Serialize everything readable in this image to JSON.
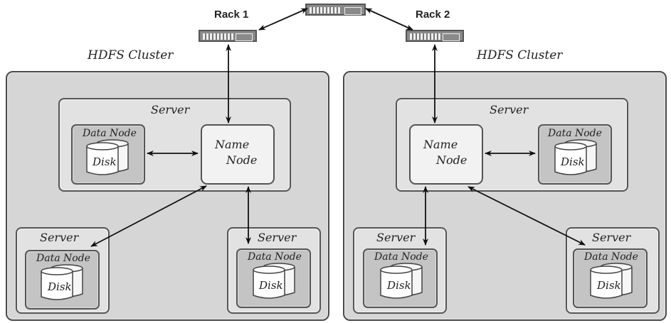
{
  "diagram": {
    "racks": [
      {
        "label": "Rack 1"
      },
      {
        "label": "Rack 2"
      }
    ],
    "core_switch": {
      "icon": "network-switch-icon"
    },
    "clusters": [
      {
        "title": "HDFS Cluster",
        "main_server": {
          "title": "Server",
          "name_node": {
            "line1": "Name",
            "line2": "Node"
          },
          "data_node": {
            "title": "Data Node",
            "disk": "Disk"
          }
        },
        "servers": [
          {
            "title": "Server",
            "data_node": {
              "title": "Data Node",
              "disk": "Disk"
            }
          },
          {
            "title": "Server",
            "data_node": {
              "title": "Data Node",
              "disk": "Disk"
            }
          }
        ]
      },
      {
        "title": "HDFS Cluster",
        "main_server": {
          "title": "Server",
          "name_node": {
            "line1": "Name",
            "line2": "Node"
          },
          "data_node": {
            "title": "Data Node",
            "disk": "Disk"
          }
        },
        "servers": [
          {
            "title": "Server",
            "data_node": {
              "title": "Data Node",
              "disk": "Disk"
            }
          },
          {
            "title": "Server",
            "data_node": {
              "title": "Data Node",
              "disk": "Disk"
            }
          }
        ]
      }
    ]
  }
}
